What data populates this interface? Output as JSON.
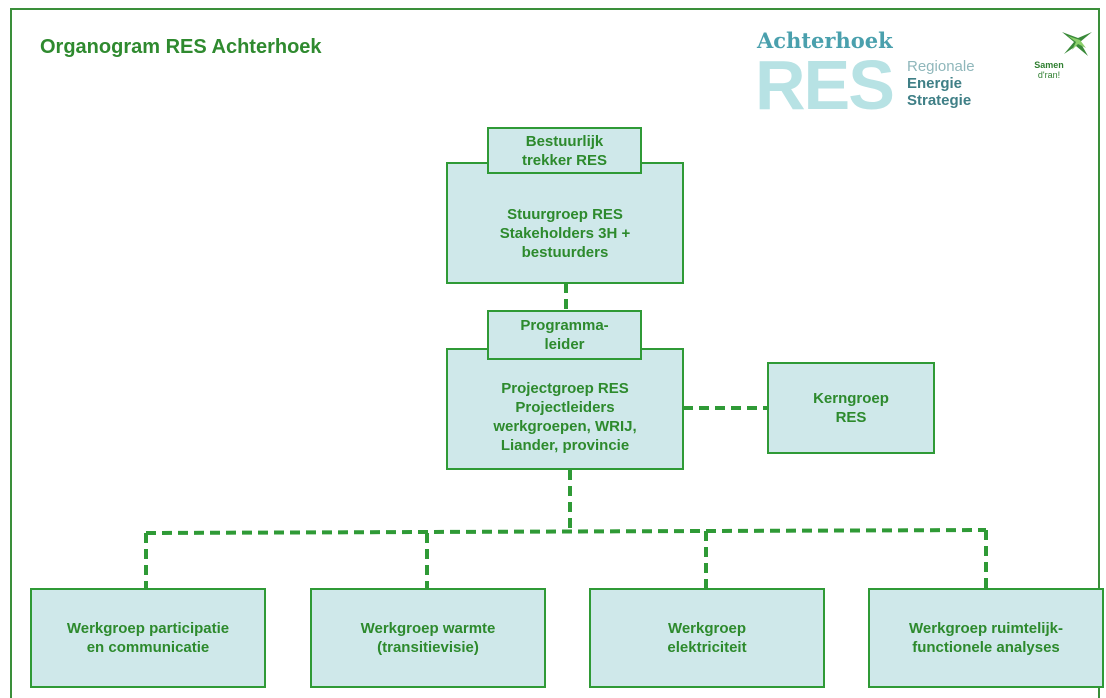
{
  "title": "Organogram RES Achterhoek",
  "logo": {
    "top": "Achterhoek",
    "big": "RES",
    "line1": "Regionale",
    "line2": "Energie",
    "line3": "Strategie",
    "samen_line1": "Samen",
    "samen_line2": "d'ran!",
    "icon": "samen-dran-logo-icon"
  },
  "boxes": {
    "bestuurlijk": [
      "Bestuurlijk",
      "trekker RES"
    ],
    "stuurgroep": [
      "Stuurgroep RES",
      "Stakeholders 3H +",
      "bestuurders"
    ],
    "programmaleider": [
      "Programma-",
      "leider"
    ],
    "projectgroep": [
      "Projectgroep RES",
      "Projectleiders",
      "werkgroepen, WRIJ,",
      "Liander, provincie"
    ],
    "kerngroep": [
      "Kerngroep",
      "RES"
    ],
    "werkgroepen": [
      [
        "Werkgroep participatie",
        "en communicatie"
      ],
      [
        "Werkgroep warmte",
        "(transitievisie)"
      ],
      [
        "Werkgroep",
        "elektriciteit"
      ],
      [
        "Werkgroep ruimtelijk-",
        "functionele analyses"
      ]
    ]
  },
  "colors": {
    "box_fill": "#cfe8ea",
    "box_border": "#2f9a36",
    "text": "#2d8a2d",
    "connector": "#2f9a36"
  }
}
